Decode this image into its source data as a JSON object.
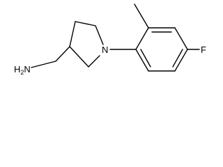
{
  "molecule": {
    "atoms": {
      "amine": {
        "element": "H2N",
        "text_main": "H",
        "text_sub": "2",
        "text_tail": "N"
      },
      "ring_nitrogen": {
        "element": "N",
        "text": "N"
      },
      "fluorine": {
        "element": "F",
        "text": "F"
      }
    },
    "colors": {
      "bond": "#000000",
      "label": "#000000",
      "background": "#ffffff"
    }
  }
}
